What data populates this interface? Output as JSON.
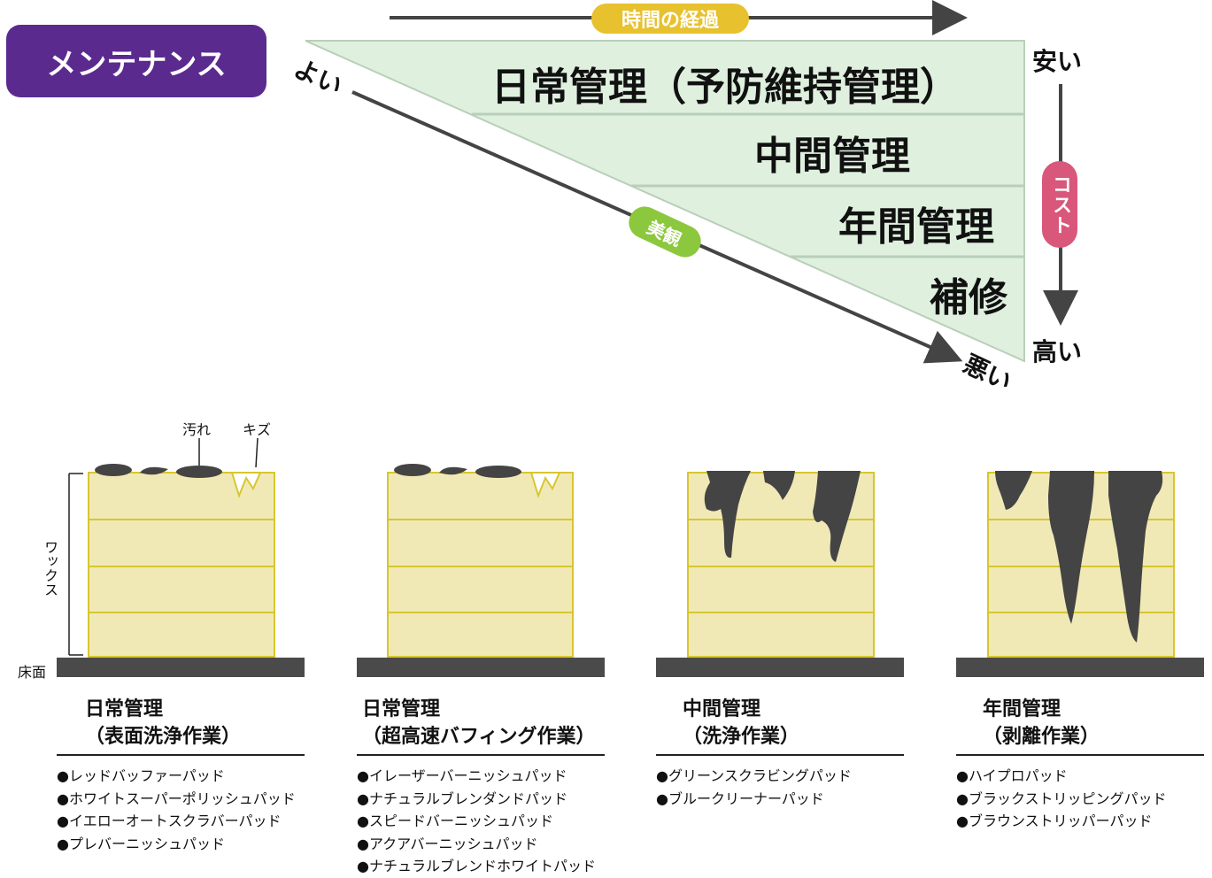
{
  "header": {
    "maintenance_label": "メンテナンス",
    "time_label": "時間の経過",
    "beauty_label": "美観",
    "good_label": "よい",
    "bad_label": "悪い",
    "cost_label": "コスト",
    "cheap_label": "安い",
    "expensive_label": "高い"
  },
  "tiers": [
    "日常管理（予防維持管理）",
    "中間管理",
    "年間管理",
    "補修"
  ],
  "floor_diagram": {
    "dirt_label": "汚れ",
    "scratch_label": "キズ",
    "wax_label": "ワックス",
    "floor_label": "床面"
  },
  "columns": [
    {
      "title_line1": "日常管理",
      "title_line2": "（表面洗浄作業）",
      "pads": [
        "レッドバッファーパッド",
        "ホワイトスーパーポリッシュパッド",
        "イエローオートスクラバーパッド",
        "プレバーニッシュパッド"
      ]
    },
    {
      "title_line1": "日常管理",
      "title_line2": "（超高速バフィング作業）",
      "pads": [
        "イレーザーバーニッシュパッド",
        "ナチュラルブレンダンドパッド",
        "スピードバーニッシュパッド",
        "アクアバーニッシュパッド",
        "ナチュラルブレンドホワイトパッド"
      ]
    },
    {
      "title_line1": "中間管理",
      "title_line2": "（洗浄作業）",
      "pads": [
        "グリーンスクラビングパッド",
        "ブルークリーナーパッド"
      ]
    },
    {
      "title_line1": "年間管理",
      "title_line2": "（剥離作業）",
      "pads": [
        "ハイプロパッド",
        "ブラックストリッピングパッド",
        "ブラウンストリッパーパッド"
      ]
    }
  ],
  "colors": {
    "badge": "#5b2a8f",
    "triangle_fill": "#dff0df",
    "triangle_stroke": "#b9cfb9",
    "time_pill": "#e7c12e",
    "beauty_pill": "#8cc83d",
    "cost_pill": "#d8577a",
    "wax": "#f0e9b6",
    "wax_line": "#d7c630",
    "floor": "#4a4a4a",
    "dirt": "#444444"
  }
}
